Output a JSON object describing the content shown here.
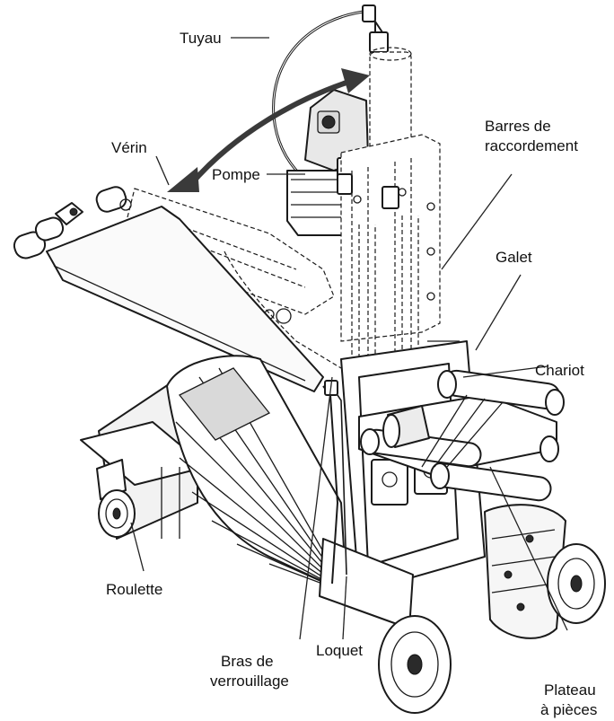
{
  "labels": {
    "tuyau": "Tuyau",
    "verin": "Vérin",
    "pompe": "Pompe",
    "barres_line1": "Barres de",
    "barres_line2": "raccordement",
    "galet": "Galet",
    "chariot": "Chariot",
    "roulette": "Roulette",
    "bras_line1": "Bras de",
    "bras_line2": "verrouillage",
    "loquet": "Loquet",
    "plateau_line1": "Plateau",
    "plateau_line2": "à pièces"
  },
  "colors": {
    "line": "#1a1a1a",
    "arrow": "#3a3a3a",
    "fill_light": "#d9d9d9"
  }
}
